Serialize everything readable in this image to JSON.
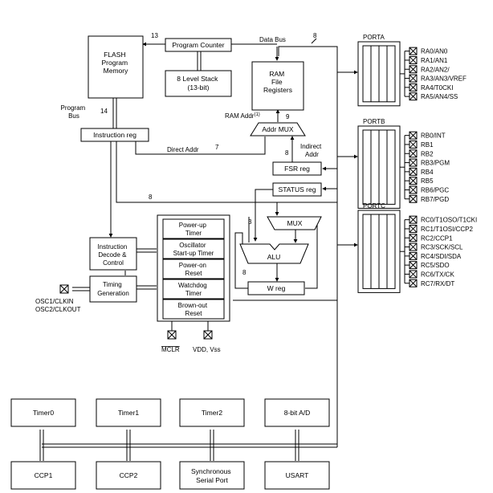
{
  "blocks": {
    "flash": [
      "FLASH",
      "Program",
      "Memory"
    ],
    "program_counter": "Program Counter",
    "stack": [
      "8 Level Stack",
      "(13-bit)"
    ],
    "ram": [
      "RAM",
      "File",
      "Registers"
    ],
    "instruction_reg": "Instruction reg",
    "addr_mux": "Addr MUX",
    "fsr_reg": "FSR reg",
    "status_reg": "STATUS reg",
    "mux": "MUX",
    "alu": "ALU",
    "w_reg": "W reg",
    "instruction_decode": [
      "Instruction",
      "Decode &",
      "Control"
    ],
    "timing_generation": [
      "Timing",
      "Generation"
    ],
    "power_up_timer": [
      "Power-up",
      "Timer"
    ],
    "oscillator_startup_timer": [
      "Oscillator",
      "Start-up Timer"
    ],
    "power_on_reset": [
      "Power-on",
      "Reset"
    ],
    "watchdog_timer": [
      "Watchdog",
      "Timer"
    ],
    "brown_out_reset": [
      "Brown-out",
      "Reset"
    ]
  },
  "labels": {
    "data_bus": "Data Bus",
    "program_bus": [
      "Program",
      "Bus"
    ],
    "ram_addr": "RAM Addr",
    "ram_addr_sup": "(1)",
    "direct_addr": "Direct Addr",
    "indirect_addr": [
      "Indirect",
      "Addr"
    ],
    "mclr": "MCLR",
    "vdd_vss": "VDD, Vss",
    "osc": [
      "OSC1/CLKIN",
      "OSC2/CLKOUT"
    ]
  },
  "bus_widths": {
    "pc_flash": "13",
    "data_bus": "8",
    "program_bus": "14",
    "ram_addr": "9",
    "direct_addr": "7",
    "indirect": "8",
    "status": "8",
    "alu_in": "3",
    "w_reg": "8"
  },
  "ports": [
    {
      "name": "PORTA",
      "pins": [
        "RA0/AN0",
        "RA1/AN1",
        "RA2/AN2/",
        "RA3/AN3/VREF",
        "RA4/T0CKI",
        "RA5/AN4/SS"
      ]
    },
    {
      "name": "PORTB",
      "pins": [
        "RB0/INT",
        "RB1",
        "RB2",
        "RB3/PGM",
        "RB4",
        "RB5",
        "RB6/PGC",
        "RB7/PGD"
      ]
    },
    {
      "name": "PORTC",
      "pins": [
        "RC0/T1OSO/T1CKI",
        "RC1/T1OSI/CCP2",
        "RC2/CCP1",
        "RC3/SCK/SCL",
        "RC4/SDI/SDA",
        "RC5/SDO",
        "RC6/TX/CK",
        "RC7/RX/DT"
      ]
    }
  ],
  "peripherals": {
    "timer0": "Timer0",
    "timer1": "Timer1",
    "timer2": "Timer2",
    "adc": "8-bit A/D",
    "ccp1": "CCP1",
    "ccp2": "CCP2",
    "ssp": [
      "Synchronous",
      "Serial Port"
    ],
    "usart": "USART"
  }
}
